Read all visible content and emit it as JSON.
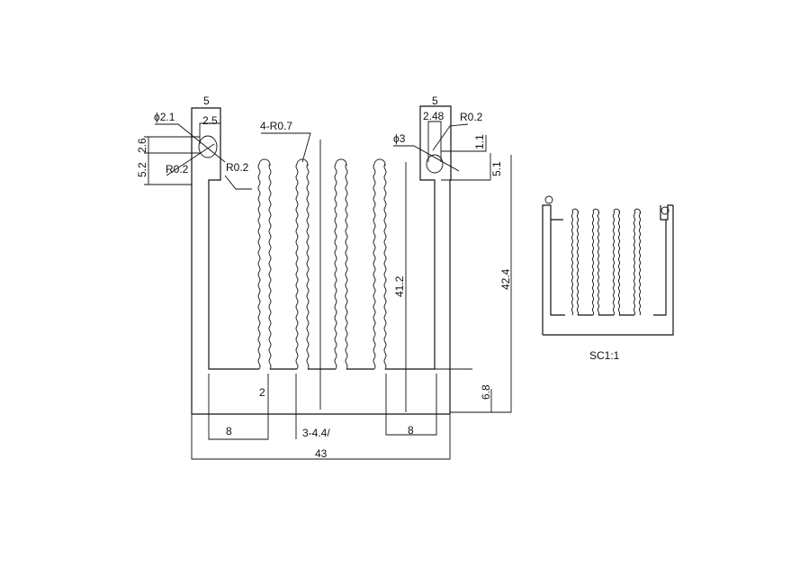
{
  "drawing": {
    "dimensions": {
      "left_tab_width": "5",
      "left_hole_dia": "ϕ2.1",
      "left_slot": "2.5",
      "left_h1": "2.6",
      "left_h2": "5.2",
      "left_r1": "R0.2",
      "left_r2": "R0.2",
      "fin_radius": "4-R0.7",
      "right_tab_width": "5",
      "right_slot": "2.48",
      "right_r": "R0.2",
      "right_hole_dia": "ϕ3",
      "right_h1": "1.1",
      "right_h2": "5.1",
      "fin_height": "41.2",
      "total_height": "42.4",
      "base_thickness": "6.8",
      "wall": "2",
      "left_foot": "8",
      "right_foot": "8",
      "fin_gap": "3-4.4/",
      "total_width": "43"
    },
    "scale_label": "SC1:1"
  }
}
